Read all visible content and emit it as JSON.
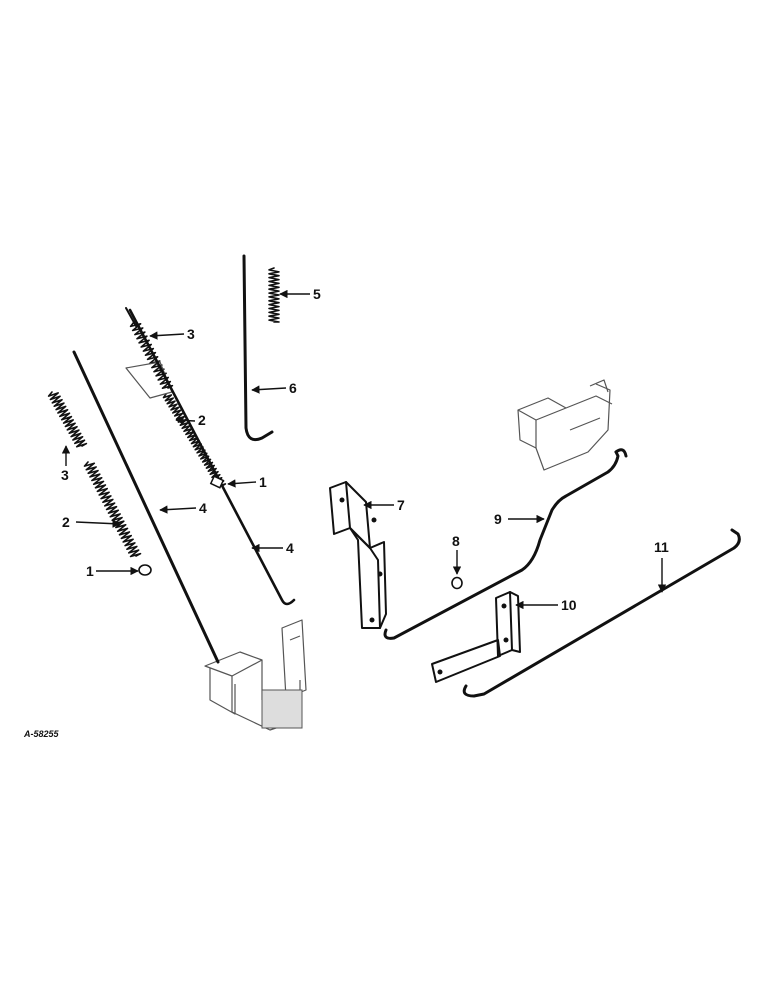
{
  "drawing_code": "A-58255",
  "callouts": {
    "c1a": "1",
    "c1b": "1",
    "c2a": "2",
    "c2b": "2",
    "c3a": "3",
    "c3b": "3",
    "c4a": "4",
    "c4b": "4",
    "c5": "5",
    "c6": "6",
    "c7": "7",
    "c8": "8",
    "c9": "9",
    "c10": "10",
    "c11": "11"
  },
  "colors": {
    "ink": "#111111",
    "paper": "#ffffff"
  }
}
